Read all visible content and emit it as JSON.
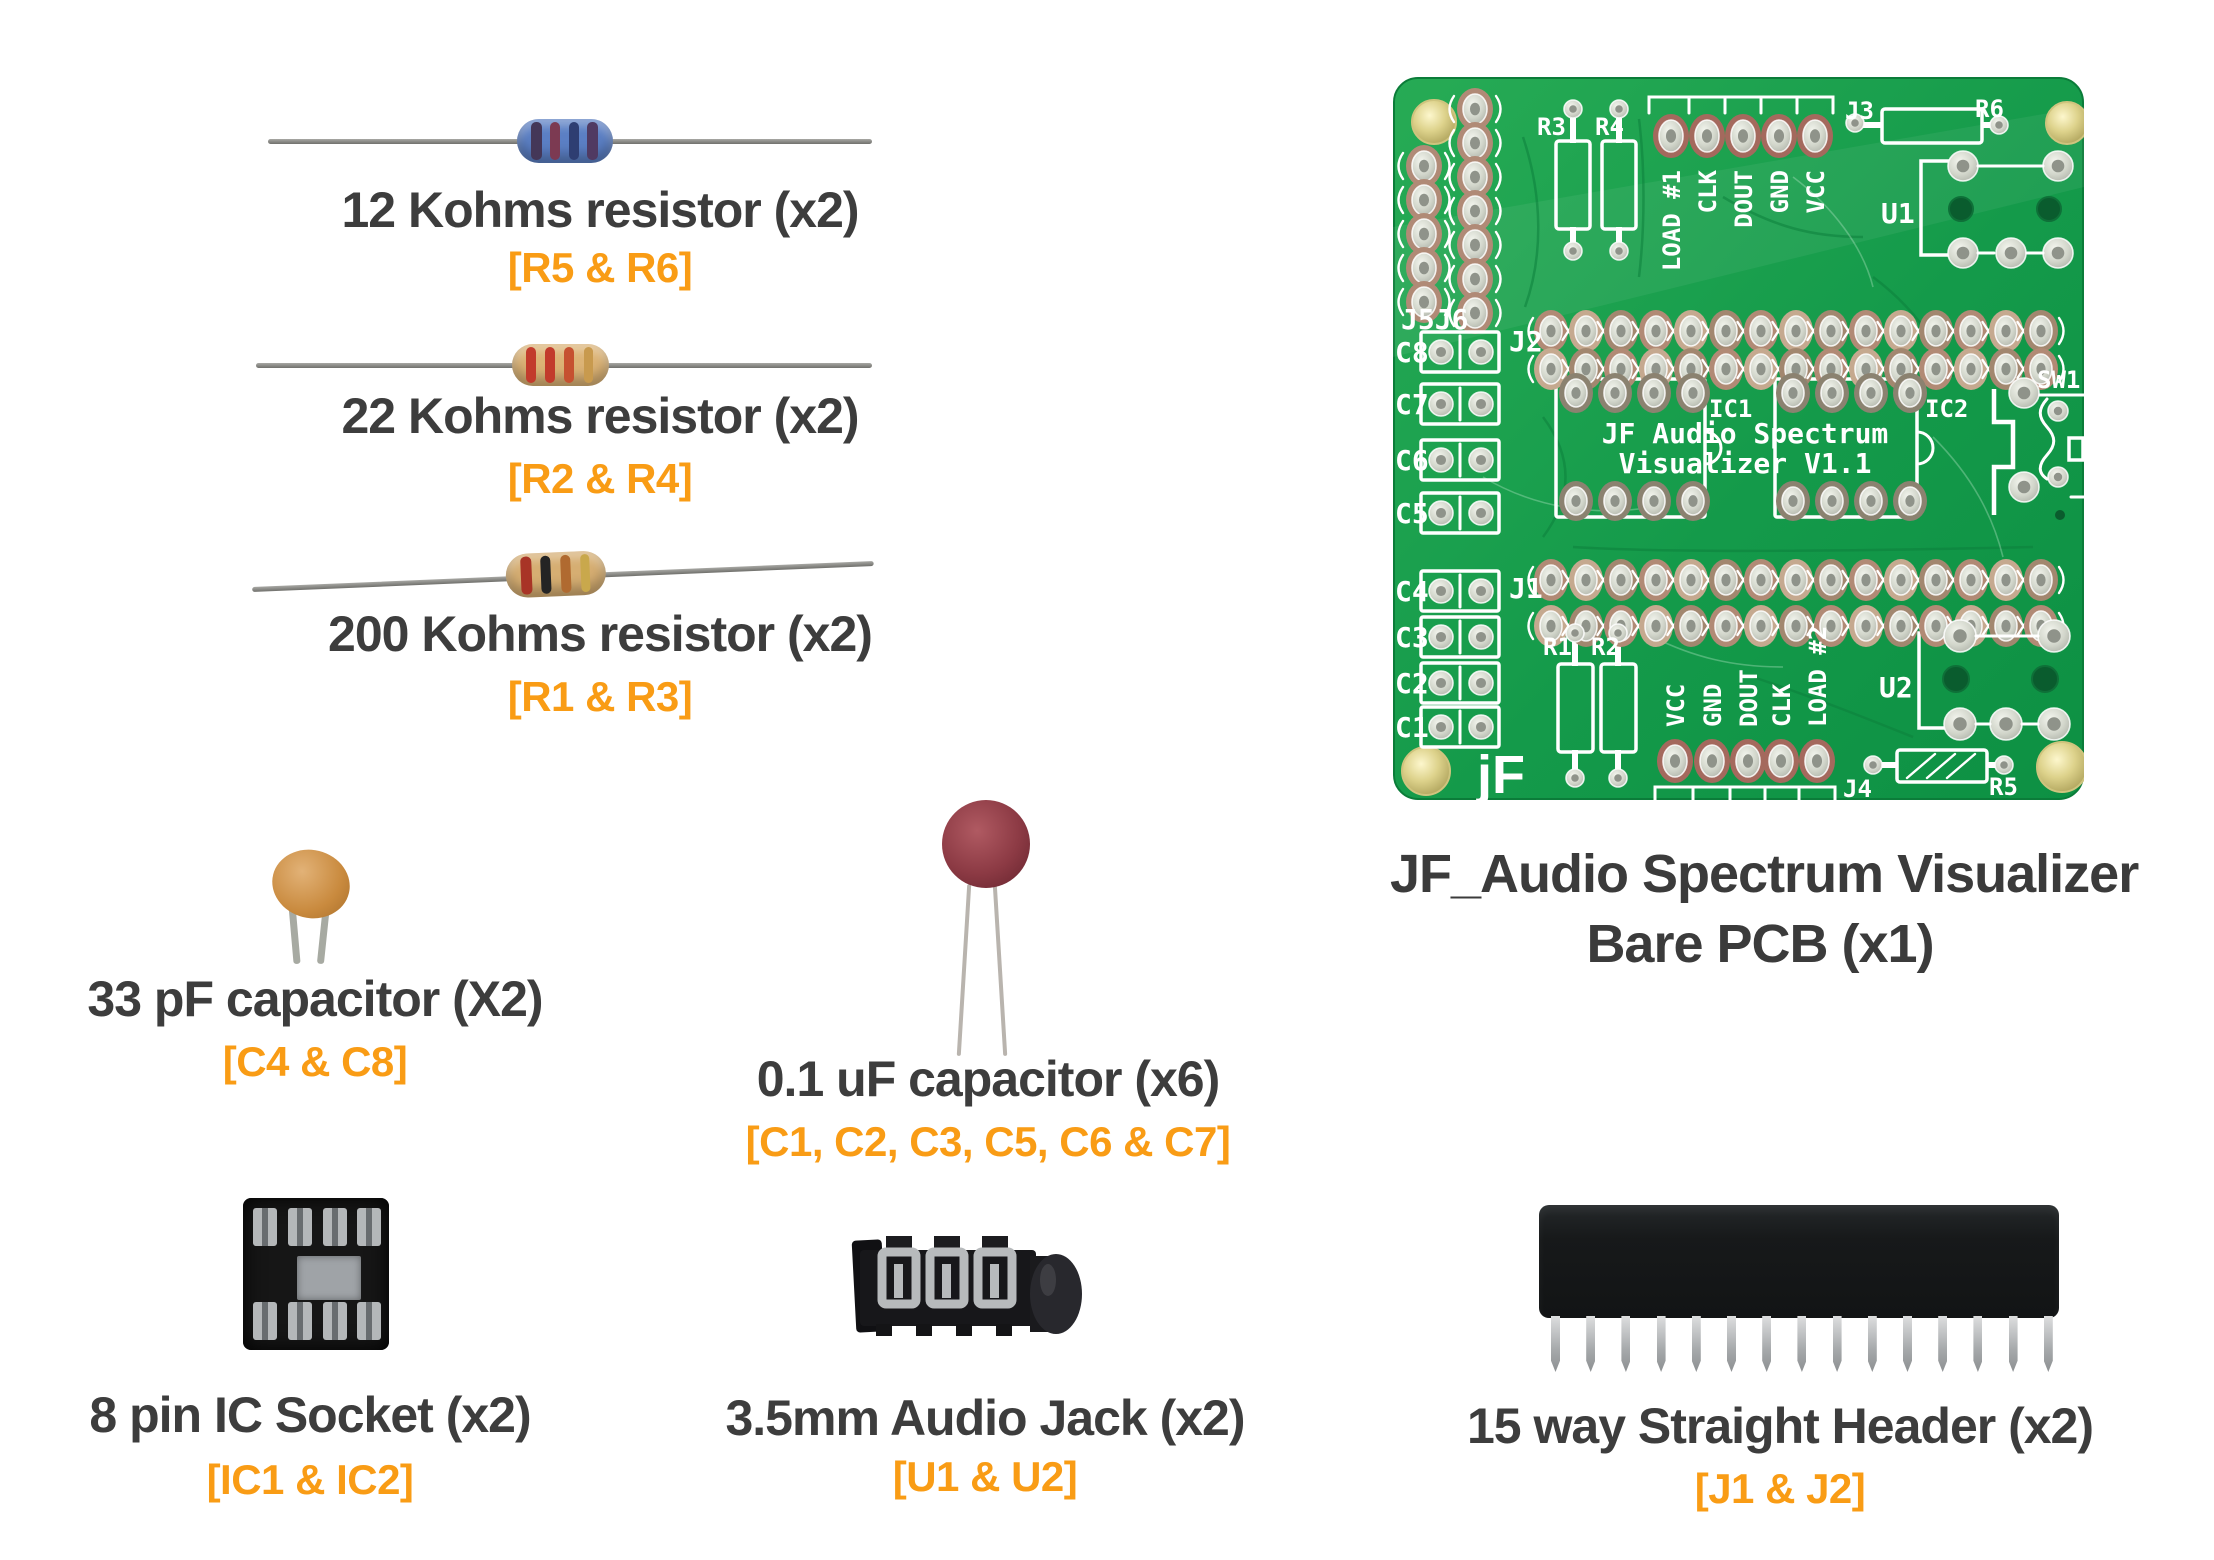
{
  "colors": {
    "title_text": "#3d3d3d",
    "accent_orange": "#F99C15",
    "pcb_green": "#17A04C",
    "silkscreen_white": "#ffffff",
    "background": "#ffffff"
  },
  "parts": [
    {
      "title": "12 Kohms resistor (x2)",
      "refs": "[R5 & R6]"
    },
    {
      "title": "22 Kohms resistor (x2)",
      "refs": "[R2 & R4]"
    },
    {
      "title": "200 Kohms resistor (x2)",
      "refs": "[R1 & R3]"
    },
    {
      "title": "33 pF capacitor (X2)",
      "refs": "[C4 & C8]"
    },
    {
      "title": "0.1 uF capacitor (x6)",
      "refs": "[C1, C2, C3, C5, C6 & C7]"
    },
    {
      "title": "8 pin IC Socket (x2)",
      "refs": "[IC1 & IC2]"
    },
    {
      "title": "3.5mm Audio Jack (x2)",
      "refs": "[U1 & U2]"
    },
    {
      "title": "15 way Straight Header (x2)",
      "refs": "[J1 & J2]"
    }
  ],
  "pcb": {
    "caption_line1": "JF_Audio Spectrum Visualizer",
    "caption_line2": "Bare PCB (x1)",
    "silk": {
      "r3": "R3",
      "r4": "R4",
      "j3": "J3",
      "r6": "R6",
      "load1": "LOAD #1",
      "clk1": "CLK",
      "dout1": "DOUT",
      "gnd1": "GND",
      "vcc1": "VCC",
      "u1": "U1",
      "sw1": "SW1",
      "j5j6": "J5J6",
      "j2": "J2",
      "c_labels": [
        "C8",
        "C7",
        "C6",
        "C5",
        "C4",
        "C3",
        "C2",
        "C1"
      ],
      "ic1": "IC1",
      "ic2": "IC2",
      "center1": "JF Audio Spectrum",
      "center2": "Visualizer V1.1",
      "j1": "J1",
      "r1": "R1",
      "r2": "R2",
      "vcc2": "VCC",
      "gnd2": "GND",
      "dout2": "DOUT",
      "clk2": "CLK",
      "load2": "LOAD #2",
      "u2": "U2",
      "j4": "J4",
      "r5": "R5",
      "logo": "jF"
    }
  }
}
